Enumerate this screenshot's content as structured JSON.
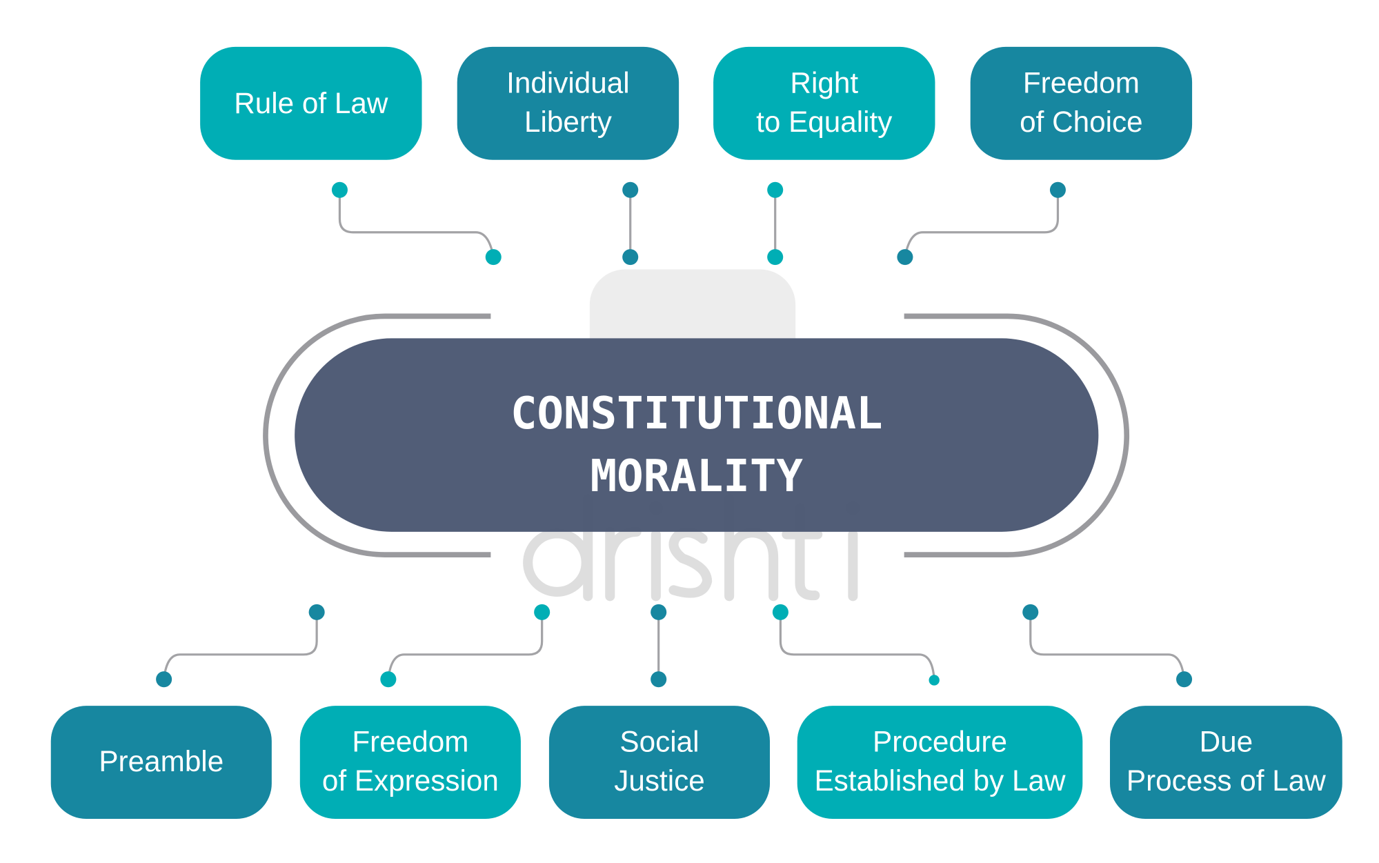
{
  "colors": {
    "teal": "#00aeb5",
    "dark_teal": "#1787a0",
    "center": "#4b5873",
    "bracket": "#9a9a9e"
  },
  "center": {
    "line1": "CONSTITUTIONAL",
    "line2": "MORALITY"
  },
  "watermark": {
    "text": "drishti"
  },
  "top_nodes": [
    {
      "lines": [
        "Rule of Law"
      ]
    },
    {
      "lines": [
        "Individual",
        "Liberty"
      ]
    },
    {
      "lines": [
        "Right",
        "to Equality"
      ]
    },
    {
      "lines": [
        "Freedom",
        "of Choice"
      ]
    }
  ],
  "bottom_nodes": [
    {
      "lines": [
        "Preamble"
      ]
    },
    {
      "lines": [
        "Freedom",
        "of Expression"
      ]
    },
    {
      "lines": [
        "Social",
        "Justice"
      ]
    },
    {
      "lines": [
        "Procedure",
        "Established by Law"
      ]
    },
    {
      "lines": [
        "Due",
        "Process of Law"
      ]
    }
  ]
}
